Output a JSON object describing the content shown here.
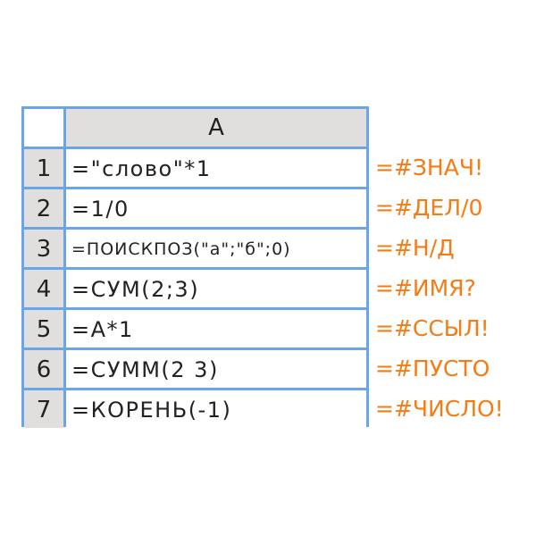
{
  "sheet": {
    "column_header": "A",
    "accent_border": "#6aa5e8",
    "header_bg": "#e0dfdd",
    "result_color": "#f57c14",
    "rows": [
      {
        "num": "1",
        "formula": "=\"слово\"*1",
        "result": "=#ЗНАЧ!"
      },
      {
        "num": "2",
        "formula": "=1/0",
        "result": "=#ДЕЛ/0"
      },
      {
        "num": "3",
        "formula": "=ПОИСКПОЗ(\"а\";\"б\";0)",
        "result": "=#Н/Д"
      },
      {
        "num": "4",
        "formula": "=СУМ(2;3)",
        "result": "=#ИМЯ?"
      },
      {
        "num": "5",
        "formula": "=А*1",
        "result": "=#ССЫЛ!"
      },
      {
        "num": "6",
        "formula": "=СУММ(2 3)",
        "result": "=#ПУСТО"
      },
      {
        "num": "7",
        "formula": "=КОРЕНЬ(-1)",
        "result": "=#ЧИСЛО!"
      }
    ]
  }
}
